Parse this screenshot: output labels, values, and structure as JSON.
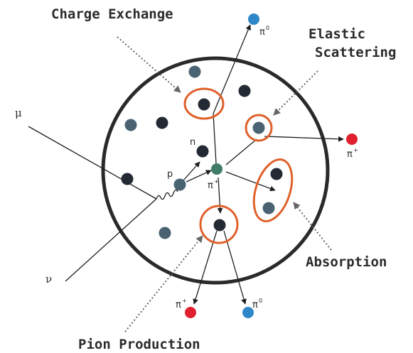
{
  "labels": {
    "charge_exchange": "Charge Exchange",
    "elastic_line1": "Elastic",
    "elastic_line2": "Scattering",
    "absorption": "Absorption",
    "pion_production": "Pion Production"
  },
  "particles": {
    "muon": "μ",
    "neutrino": "ν",
    "proton": "p",
    "neutron": "n",
    "pion_symbol": "π",
    "pion_plus_central": "+",
    "pion_zero_top": "0",
    "pion_plus_right": "+",
    "pion_plus_bottom": "+",
    "pion_zero_bottom": "0"
  },
  "colors": {
    "nucleon_dark": "#232a33",
    "nucleon_slate": "#4a6373",
    "pion_charged_red": "#e0202f",
    "pion_neutral_blue": "#2d87c8",
    "pion_inner_green": "#3f7d66",
    "highlight_orange": "#e0602a",
    "line": "#1e1e1e"
  }
}
